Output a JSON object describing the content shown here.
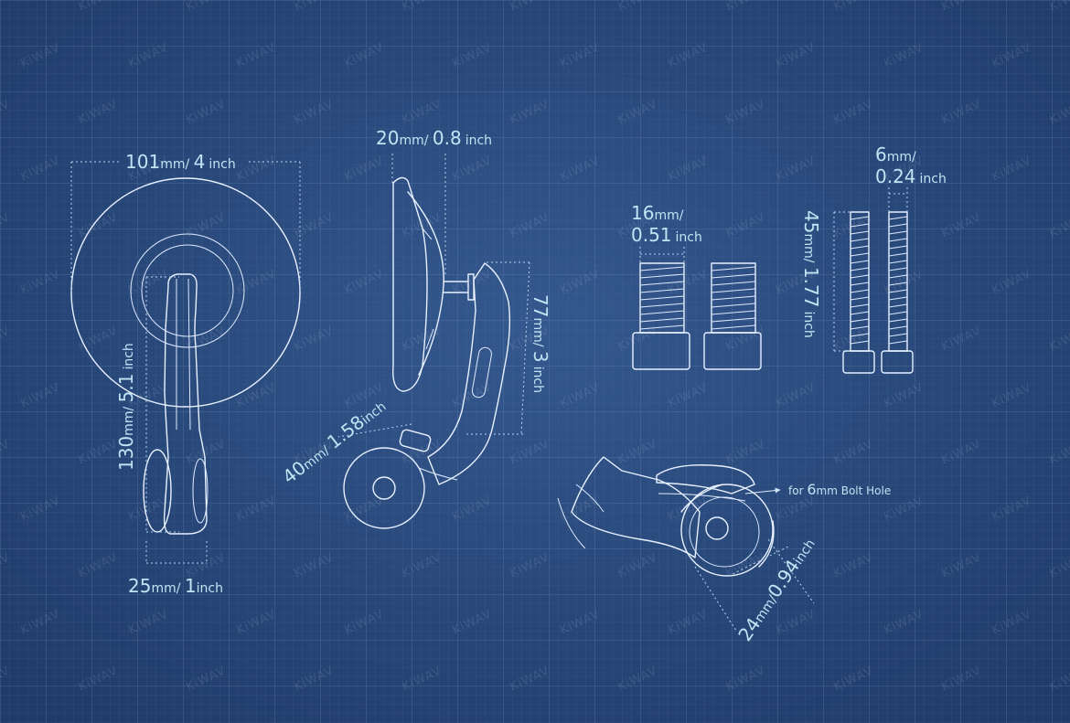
{
  "watermark": "KiWAV",
  "front_view": {
    "width_value": "101",
    "width_unit": "mm",
    "width_sep": "/ ",
    "width_inch": "4",
    "width_inch_unit": "inch",
    "height_value": "130",
    "height_unit": "mm",
    "height_sep": "/ ",
    "height_inch": "5.1",
    "height_inch_unit": "inch",
    "base_value": "25",
    "base_unit": "mm",
    "base_sep": "/ ",
    "base_inch": "1",
    "base_inch_unit": "inch"
  },
  "side_view": {
    "depth_value": "20",
    "depth_unit": "mm",
    "depth_sep": "/ ",
    "depth_inch": "0.8",
    "depth_inch_unit": "inch",
    "arm_value": "77",
    "arm_unit": "mm",
    "arm_sep": "/ ",
    "arm_inch": "3",
    "arm_inch_unit": "inch",
    "clamp_value": "40",
    "clamp_unit": "mm",
    "clamp_sep": "/ ",
    "clamp_inch": "1.58",
    "clamp_inch_unit": "inch"
  },
  "bolts": {
    "short_dia_value": "16",
    "short_dia_unit": "mm",
    "short_dia_sep": "/",
    "short_dia_inch": "0.51",
    "short_dia_inch_unit": "inch",
    "long_dia_value": "6",
    "long_dia_unit": "mm",
    "long_dia_sep": "/",
    "long_dia_inch": "0.24",
    "long_dia_inch_unit": "inch",
    "long_len_value": "45",
    "long_len_unit": "mm",
    "long_len_sep": "/ ",
    "long_len_inch": "1.77",
    "long_len_inch_unit": "inch"
  },
  "end_view": {
    "hole_prefix": "for ",
    "hole_value": "6",
    "hole_unit": "mm",
    "hole_suffix": " Bolt Hole",
    "dia_value": "24",
    "dia_unit": "mm",
    "dia_sep": "/",
    "dia_inch": "0.94",
    "dia_inch_unit": "inch"
  }
}
